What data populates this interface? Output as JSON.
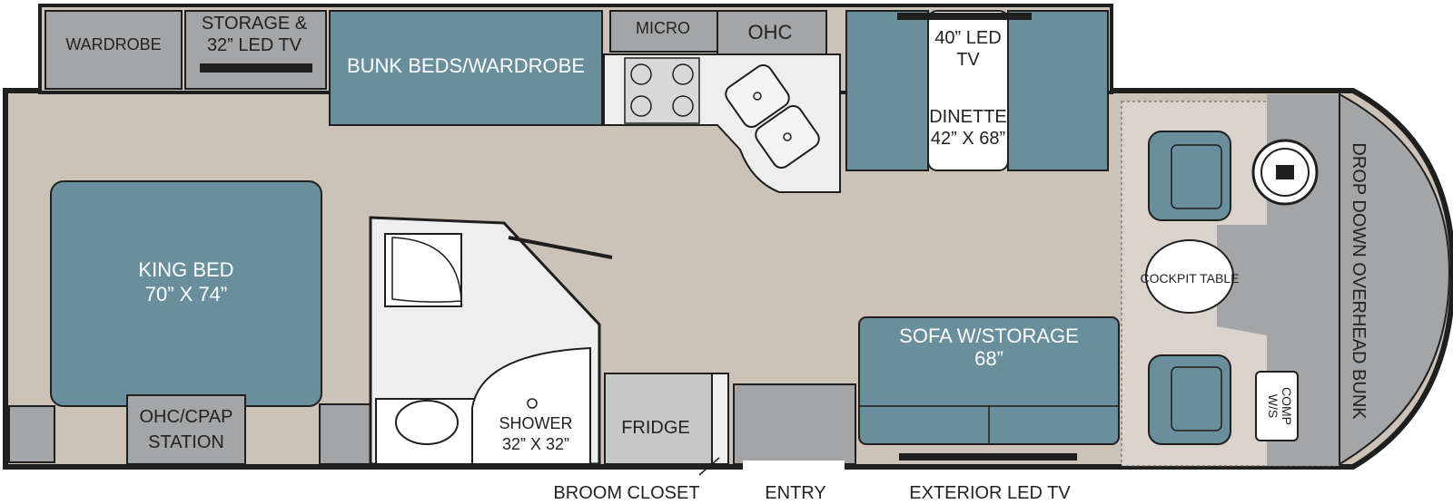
{
  "labels": {
    "wardrobe": "WARDROBE",
    "storage_tv_1": "STORAGE &",
    "storage_tv_2": "32” LED TV",
    "bunk_beds": "BUNK BEDS/WARDROBE",
    "micro": "MICRO",
    "ohc": "OHC",
    "tv_40_1": "40” LED",
    "tv_40_2": "TV",
    "dinette_1": "DINETTE",
    "dinette_2": "42” X 68”",
    "drop_down_bunk": "DROP DOWN OVERHEAD BUNK",
    "king_bed_1": "KING BED",
    "king_bed_2": "70” X 74”",
    "cockpit_table": "COCKPIT TABLE",
    "sofa_1": "SOFA W/STORAGE",
    "sofa_2": "68”",
    "comp_ws_1": "COMP",
    "comp_ws_2": "W/S",
    "ohc_cpap_1": "OHC/CPAP",
    "ohc_cpap_2": "STATION",
    "shower_1": "SHOWER",
    "shower_2": "32” X 32”",
    "fridge": "FRIDGE",
    "broom_closet": "BROOM CLOSET",
    "entry": "ENTRY",
    "exterior_tv": "EXTERIOR LED TV"
  },
  "colors": {
    "floor": "#ccc2b8",
    "furniture_teal": "#6a8f9c",
    "cabinet_gray": "#a3a5a7",
    "cockpit_floor": "#d9d3cc",
    "outline": "#1f1f1f"
  }
}
